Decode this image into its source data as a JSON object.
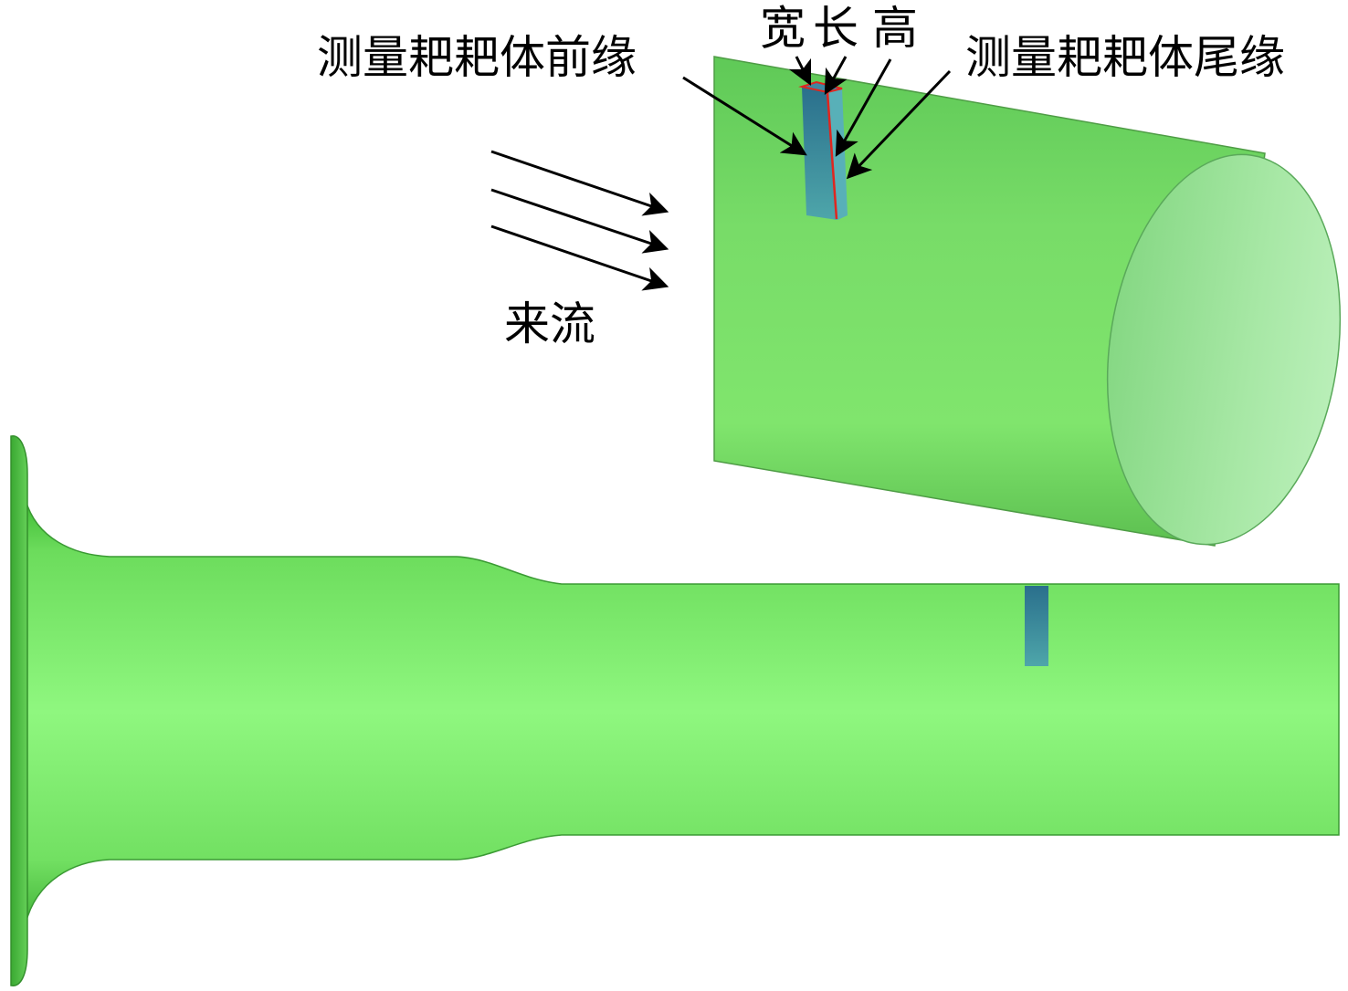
{
  "labels": {
    "leading_edge": "测量耙耙体前缘",
    "width": "宽",
    "length": "长",
    "height": "高",
    "trailing_edge": "测量耙耙体尾缘",
    "incoming_flow": "来流"
  },
  "colors": {
    "tube_green": "#86ec74",
    "tube_green_dark": "#3f9b34",
    "duct_green": "#82f07a",
    "probe_blue": "#2f7f95",
    "probe_blue_light": "#4fa7b5",
    "edge_red": "#e0261f",
    "arrow": "#000000",
    "text": "#000000"
  }
}
